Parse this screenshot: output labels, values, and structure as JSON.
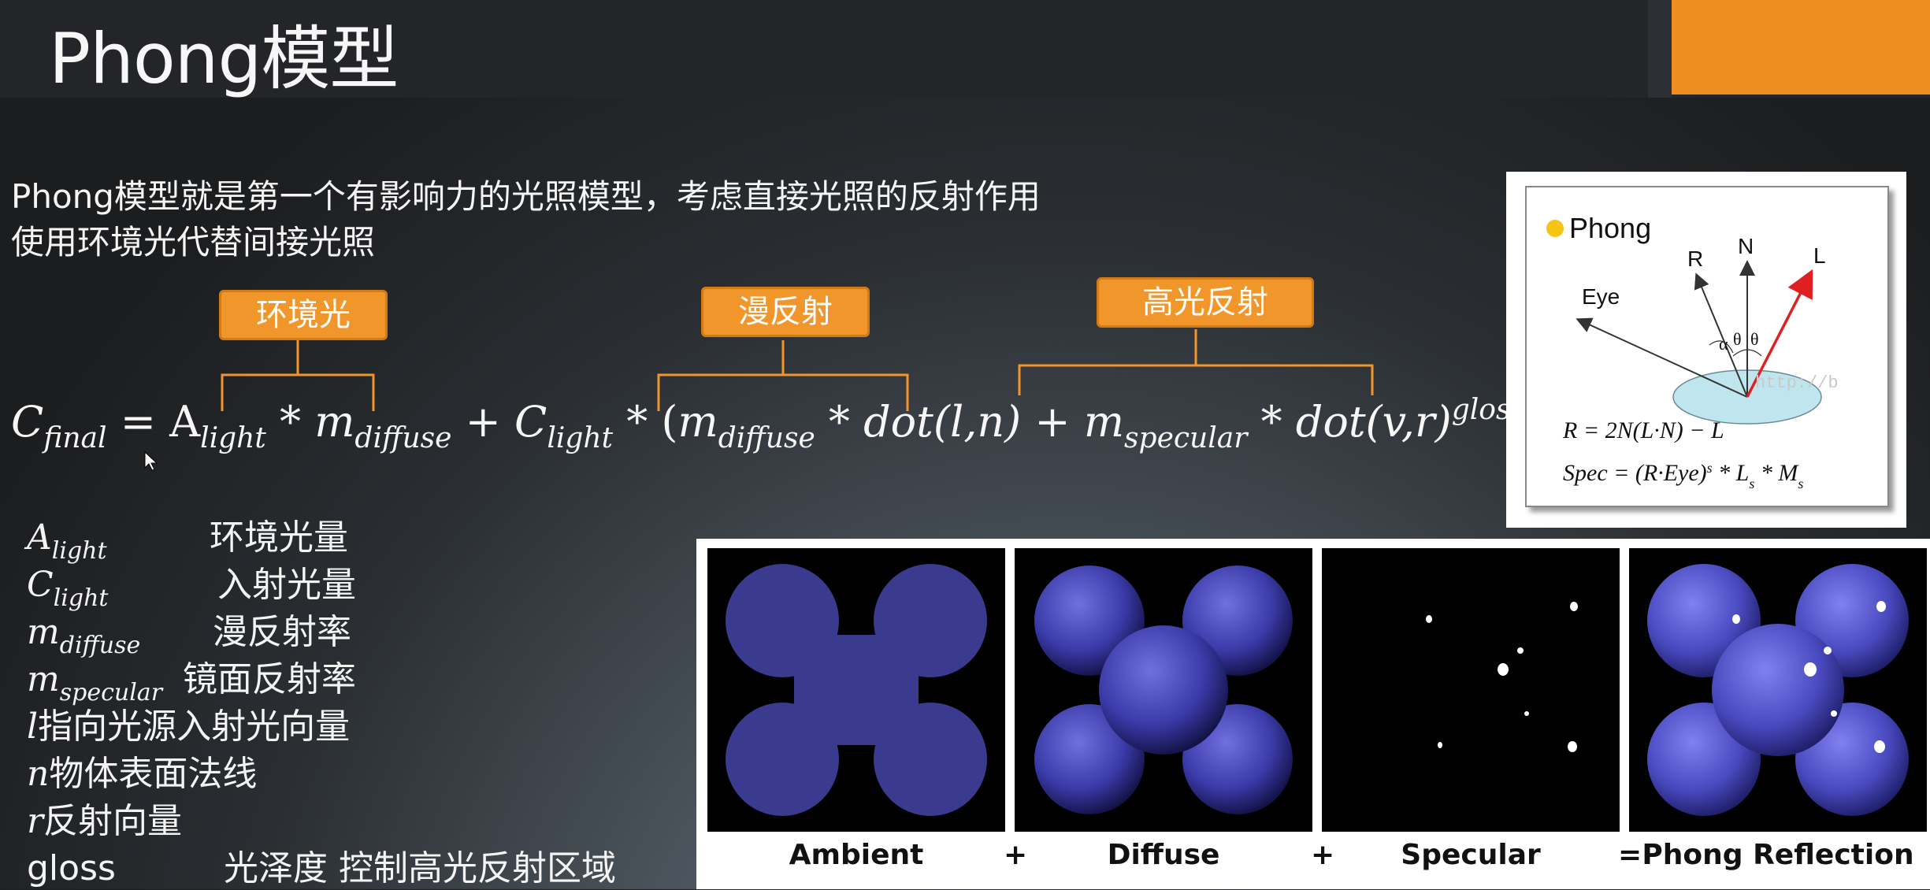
{
  "slide": {
    "title": "Phong模型",
    "intro_line1": "Phong模型就是第一个有影响力的光照模型，考虑直接光照的反射作用",
    "intro_line2": "使用环境光代替间接光照"
  },
  "labels": {
    "ambient": "环境光",
    "diffuse": "漫反射",
    "specular": "高光反射"
  },
  "formula": {
    "c": "C",
    "c_sub": "final",
    "eq": "=",
    "a": "A",
    "a_sub": "light",
    "op1": "*",
    "m1": "m",
    "m1_sub": "diffuse",
    "plus1": "+",
    "c2": "C",
    "c2_sub": "light",
    "op2": "* (",
    "m2": "m",
    "m2_sub": "diffuse",
    "op3": "*",
    "dot1": "dot(l,n)",
    "plus2": "+",
    "m3": "m",
    "m3_sub": "specular",
    "op4": "*",
    "dot2": "dot(v,r)",
    "sup": "gloss",
    "close": ")"
  },
  "legend": [
    {
      "sym": "A",
      "sub": "light",
      "desc": "环境光量"
    },
    {
      "sym": "C",
      "sub": "light",
      "desc": "入射光量"
    },
    {
      "sym": "m",
      "sub": "diffuse",
      "desc": "漫反射率"
    },
    {
      "sym": "m",
      "sub": "specular",
      "desc": "镜面反射率"
    },
    {
      "sym": "l",
      "sub": "",
      "desc": "指向光源入射光向量"
    },
    {
      "sym": "n",
      "sub": "",
      "desc": "物体表面法线"
    },
    {
      "sym": "r",
      "sub": "",
      "desc": "反射向量"
    },
    {
      "sym": "gloss",
      "sub": "",
      "desc": "光泽度 控制高光反射区域"
    }
  ],
  "diagram": {
    "heading": "Phong",
    "label_r": "R",
    "label_n": "N",
    "label_l": "L",
    "label_eye": "Eye",
    "label_alpha": "α",
    "label_theta1": "θ",
    "label_theta2": "θ",
    "watermark": "http://b",
    "eq1": "R = 2N(L·N) − L",
    "eq2_prefix": "Spec = (R·Eye)",
    "eq2_sup": "s",
    "eq2_mid": " * L",
    "eq2_sub1": "s",
    "eq2_end": " * M",
    "eq2_sub2": "s"
  },
  "shapes": {
    "captions": [
      "Ambient",
      "Diffuse",
      "Specular",
      "Phong Reflection"
    ],
    "ops": [
      "+",
      "+",
      "="
    ]
  },
  "colors": {
    "accent": "#ee8d20",
    "label_bg": "#f0962a",
    "blob": "#3a3a8f",
    "diagram_ellipse": "#bfe6ef"
  }
}
